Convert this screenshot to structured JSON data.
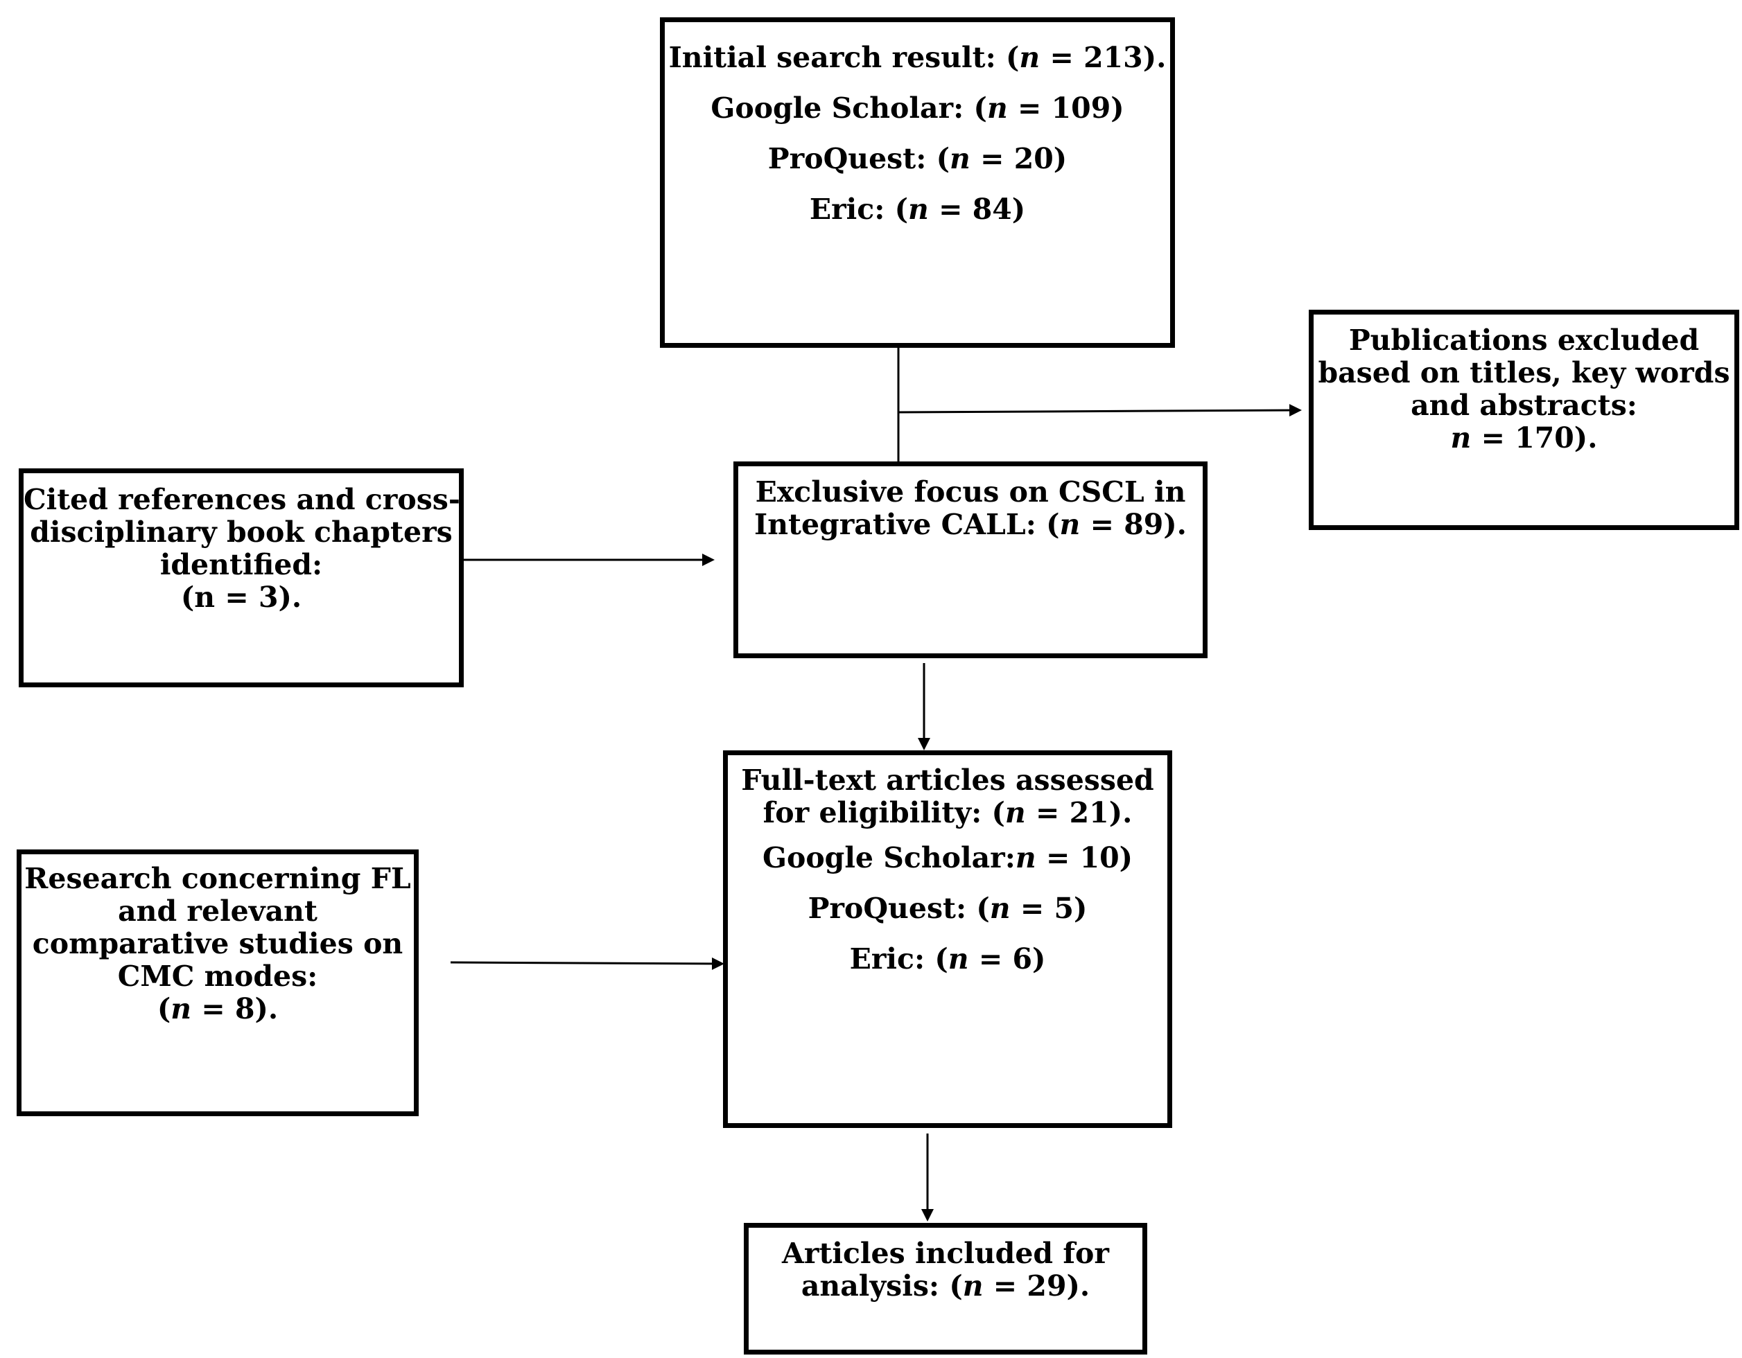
{
  "nodes": {
    "initial_search": {
      "title_prefix": "Initial search result: (",
      "title_var": "n",
      "title_suffix": " = 213).",
      "google_prefix": "Google Scholar: (",
      "google_var": "n",
      "google_suffix": " = 109)",
      "proquest_prefix": "ProQuest: (",
      "proquest_var": "n",
      "proquest_suffix": " = 20)",
      "eric_prefix": "Eric: (",
      "eric_var": "n",
      "eric_suffix": " = 84)"
    },
    "excluded": {
      "line1": "Publications excluded",
      "line2": "based on titles, key words",
      "line3": "and abstracts:",
      "var": "n",
      "line4_suffix": " = 170)."
    },
    "cited_refs": {
      "line1": "Cited references and cross-",
      "line2": "disciplinary book chapters",
      "line3": "identified:",
      "line4": "(n = 3)."
    },
    "exclusive_focus": {
      "line1": "Exclusive focus on CSCL in",
      "line2_prefix": "Integrative CALL: (",
      "var": "n",
      "line2_suffix": " = 89)."
    },
    "full_text": {
      "line1": "Full-text articles assessed",
      "line2_prefix": "for eligibility: (",
      "line2_var": "n",
      "line2_suffix": " = 21).",
      "google_prefix": "Google Scholar:",
      "google_var": "n",
      "google_suffix": " = 10)",
      "proquest_prefix": "ProQuest: (",
      "proquest_var": "n",
      "proquest_suffix": " = 5)",
      "eric_prefix": "Eric: (",
      "eric_var": "n",
      "eric_suffix": " = 6)"
    },
    "research_fl": {
      "line1": "Research concerning FL",
      "line2": "and relevant",
      "line3": "comparative studies on",
      "line4": "CMC modes:",
      "line5_prefix": "(",
      "var": "n",
      "line5_suffix": " = 8)."
    },
    "included": {
      "line1": "Articles included for",
      "line2_prefix": "analysis: (",
      "var": "n",
      "line2_suffix": " = 29)."
    }
  },
  "edges": [
    {
      "from": "initial_search",
      "to": "exclusive_focus"
    },
    {
      "from": "initial_search",
      "to": "excluded"
    },
    {
      "from": "cited_refs",
      "to": "exclusive_focus"
    },
    {
      "from": "exclusive_focus",
      "to": "full_text"
    },
    {
      "from": "research_fl",
      "to": "full_text"
    },
    {
      "from": "full_text",
      "to": "included"
    }
  ],
  "colors": {
    "stroke": "#000000",
    "background": "#ffffff"
  }
}
